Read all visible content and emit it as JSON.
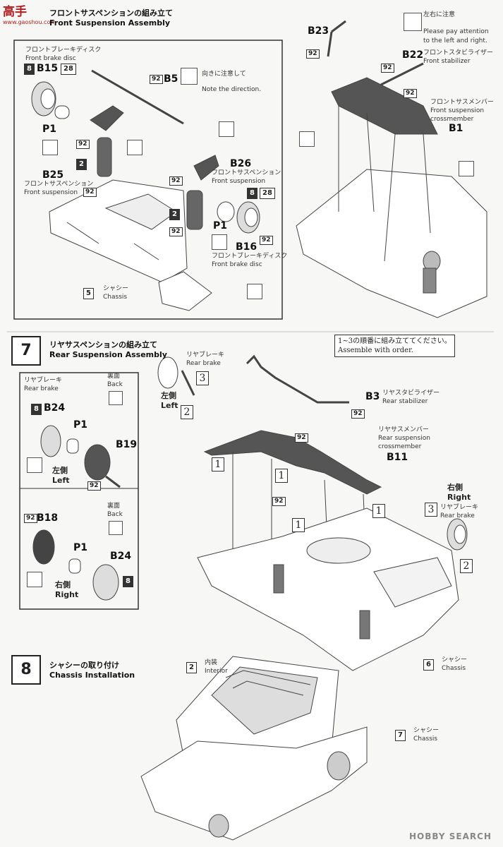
{
  "logo": {
    "text": "高手",
    "sub": "www.gaoshou.com"
  },
  "step6": {
    "title_jp": "フロントサスペンションの組み立て",
    "title_en": "Front Suspension Assembly",
    "note_lr": {
      "jp": "左右に注意",
      "en1": "Please pay attention",
      "en2": "to the left and right."
    },
    "note_dir": {
      "jp": "向きに注意して",
      "en": "Note the direction."
    },
    "brake_disc_left": {
      "jp": "フロントブレーキディスク",
      "en": "Front brake disc",
      "code": "B15",
      "num_a": "8",
      "num_b": "28"
    },
    "p1": "P1",
    "b25": {
      "code": "B25",
      "jp": "フロントサスペンション",
      "en": "Front suspension"
    },
    "b5": "B5",
    "b26": {
      "code": "B26",
      "jp": "フロントサスペンション",
      "en": "Front suspension"
    },
    "b16": {
      "code": "B16",
      "jp": "フロントブレーキディスク",
      "en": "Front brake disc",
      "num_a": "8",
      "num_b": "28"
    },
    "b23": "B23",
    "b22": {
      "code": "B22",
      "jp": "フロントスタビライザー",
      "en": "Front stabilizer"
    },
    "b1": {
      "code": "B1",
      "jp": "フロントサスメンバー",
      "en1": "Front suspension",
      "en2": "crossmember"
    },
    "chassis": {
      "num": "5",
      "jp": "シャシー",
      "en": "Chassis"
    },
    "paint92": "92",
    "num2": "2"
  },
  "step7": {
    "num": "7",
    "title_jp": "リヤサスペンションの組み立て",
    "title_en": "Rear Suspension Assembly",
    "order_note": {
      "jp": "1~3の順番に組み立ててください。",
      "en": "Assemble with order."
    },
    "rear_brake_top": {
      "jp": "リヤブレーキ",
      "en": "Rear brake"
    },
    "left_jp": "左側",
    "left_en": "Left",
    "right_jp": "右側",
    "right_en": "Right",
    "b3": {
      "code": "B3",
      "jp": "リヤスタビライザー",
      "en": "Rear stabilizer"
    },
    "b11": {
      "code": "B11",
      "jp": "リヤサスメンバー",
      "en1": "Rear suspension",
      "en2": "crossmember"
    },
    "inset_top": {
      "jp": "リヤブレーキ",
      "en": "Rear brake",
      "back_jp": "裏面",
      "back_en": "Back",
      "num8": "8",
      "b24": "B24",
      "p1": "P1",
      "b19": "B19",
      "left_jp": "左側",
      "left_en": "Left",
      "n92": "92"
    },
    "inset_bot": {
      "back_jp": "裏面",
      "back_en": "Back",
      "n92": "92",
      "b18": "B18",
      "p1": "P1",
      "b24": "B24",
      "num8": "8",
      "right_jp": "右側",
      "right_en": "Right"
    },
    "rear_brake_right": {
      "jp": "リヤブレーキ",
      "en": "Rear brake"
    },
    "order1": "1",
    "order2": "2",
    "order3": "3",
    "chassis": {
      "num": "6",
      "jp": "シャシー",
      "en": "Chassis"
    },
    "paint92": "92"
  },
  "step8": {
    "num": "8",
    "title_jp": "シャシーの取り付け",
    "title_en": "Chassis Installation",
    "interior": {
      "num": "2",
      "jp": "内装",
      "en": "Interior"
    },
    "chassis": {
      "num": "7",
      "jp": "シャシー",
      "en": "Chassis"
    }
  },
  "watermark": "HOBBY SEARCH"
}
